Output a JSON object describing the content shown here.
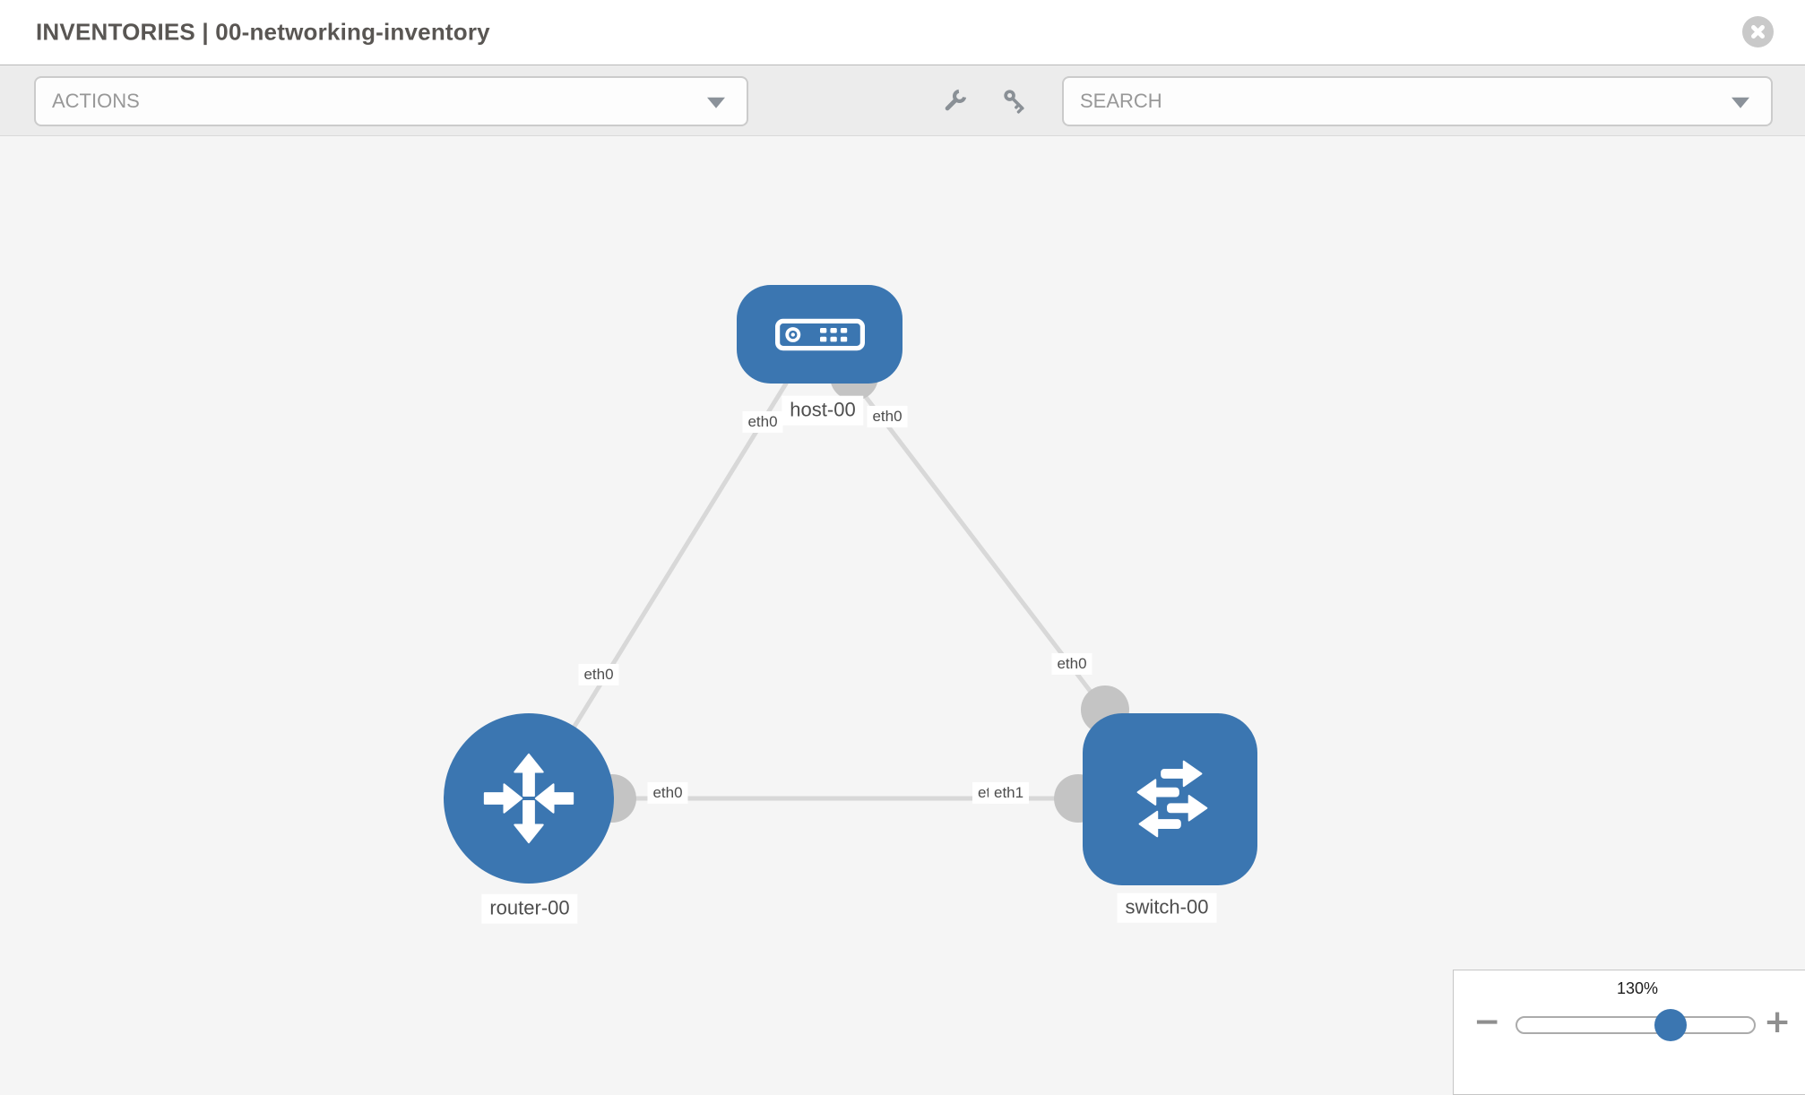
{
  "header": {
    "title": "INVENTORIES | 00-networking-inventory"
  },
  "toolbar": {
    "actions_label": "ACTIONS",
    "search_label": "SEARCH"
  },
  "icons": {
    "close": "x-circle-icon",
    "wrench": "wrench-icon",
    "key": "key-icon",
    "dropdown_caret": "chevron-down-icon",
    "host_glyph": "server-icon",
    "router_glyph": "router-arrows-icon",
    "switch_glyph": "switch-arrows-icon"
  },
  "topology": {
    "nodes": [
      {
        "id": "host-00",
        "type": "host",
        "label": "host-00"
      },
      {
        "id": "router-00",
        "type": "router",
        "label": "router-00"
      },
      {
        "id": "switch-00",
        "type": "switch",
        "label": "switch-00"
      }
    ],
    "links": [
      {
        "from": "host-00",
        "from_interface": "eth0",
        "to": "router-00",
        "to_interface": "eth0"
      },
      {
        "from": "host-00",
        "from_interface": "eth0",
        "to": "switch-00",
        "to_interface": "eth0"
      },
      {
        "from": "router-00",
        "from_interface": "eth0",
        "to": "switch-00",
        "to_interface": "eth1"
      }
    ],
    "labels": {
      "host": "host-00",
      "router": "router-00",
      "switch": "switch-00",
      "host_left_if": "eth0",
      "host_right_if": "eth0",
      "host_router_mid_if": "eth0",
      "host_switch_mid_if": "eth0",
      "router_side_if": "eth0",
      "switch_rear_if": "eth0",
      "switch_front_if": "eth1"
    }
  },
  "zoom": {
    "level": "130%",
    "out_glyph": "−",
    "in_glyph": "+"
  },
  "colors": {
    "node_blue": "#3b76b1",
    "link_gray": "#d8d8d8",
    "connector_gray": "#c4c4c4",
    "canvas_bg": "#f5f5f5",
    "toolbar_bg": "#ececec",
    "title_text": "#595653"
  }
}
